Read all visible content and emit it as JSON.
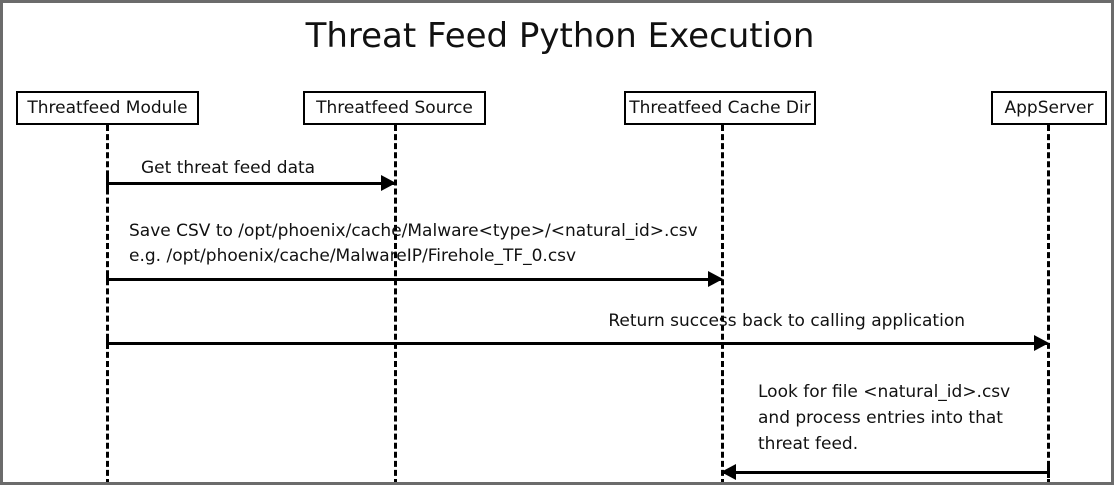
{
  "diagram": {
    "title": "Threat Feed Python Execution",
    "type": "sequence-diagram",
    "participants": [
      {
        "id": "threatfeed-module",
        "label": "Threatfeed Module"
      },
      {
        "id": "threatfeed-source",
        "label": "Threatfeed Source"
      },
      {
        "id": "threatfeed-cache-dir",
        "label": "Threatfeed Cache Dir"
      },
      {
        "id": "appserver",
        "label": "AppServer"
      }
    ],
    "messages": [
      {
        "id": "msg-get-threat-feed-data",
        "from": "threatfeed-module",
        "to": "threatfeed-source",
        "direction": "right",
        "lines": [
          "Get threat feed data"
        ]
      },
      {
        "id": "msg-save-csv",
        "from": "threatfeed-module",
        "to": "threatfeed-cache-dir",
        "direction": "right",
        "lines": [
          "Save CSV to /opt/phoenix/cache/Malware<type>/<natural_id>.csv",
          "e.g. /opt/phoenix/cache/MalwareIP/Firehole_TF_0.csv"
        ]
      },
      {
        "id": "msg-return-success",
        "from": "threatfeed-module",
        "to": "appserver",
        "direction": "right",
        "lines": [
          "Return success back to calling application"
        ]
      },
      {
        "id": "msg-look-for-file",
        "from": "appserver",
        "to": "threatfeed-cache-dir",
        "direction": "left",
        "lines": [
          "Look for file <natural_id>.csv",
          "and process entries into that",
          "threat feed."
        ]
      }
    ],
    "colors": {
      "frame_border": "#6b6b6b",
      "line": "#000000",
      "text": "#111111",
      "background": "#ffffff"
    }
  }
}
